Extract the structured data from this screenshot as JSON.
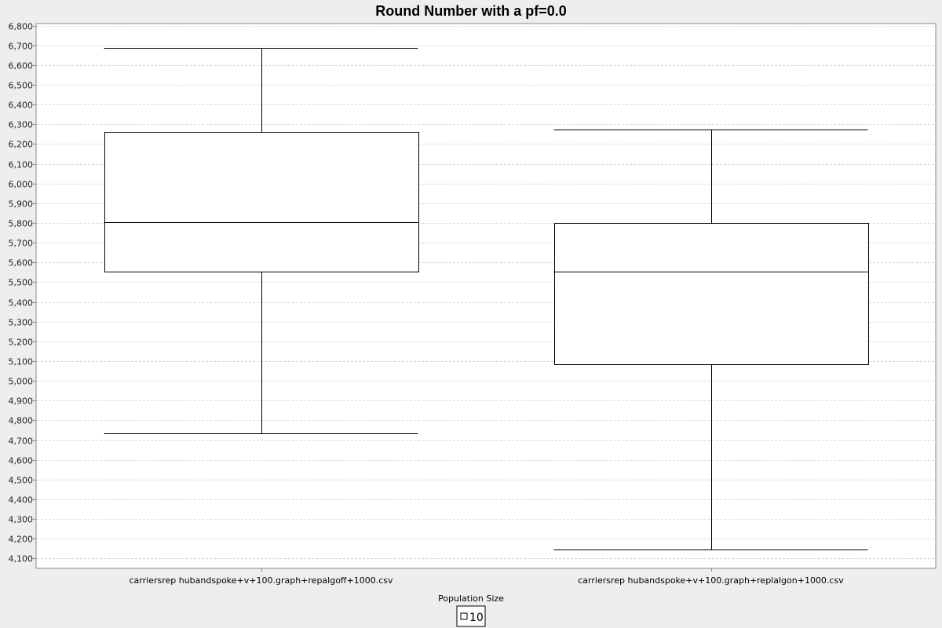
{
  "chart_data": {
    "type": "boxplot",
    "title": "Round Number with a pf=0.0",
    "xlabel": "",
    "ylabel": "",
    "ylim": [
      4050,
      6810
    ],
    "yticks": [
      4100,
      4200,
      4300,
      4400,
      4500,
      4600,
      4700,
      4800,
      4900,
      5000,
      5100,
      5200,
      5300,
      5400,
      5500,
      5600,
      5700,
      5800,
      5900,
      6000,
      6100,
      6200,
      6300,
      6400,
      6500,
      6600,
      6700,
      6800
    ],
    "grid": true,
    "legend": {
      "title": "Population Size",
      "position": "bottom",
      "entries": [
        "10"
      ]
    },
    "categories": [
      "carriersrep hubandspoke+v+100.graph+repalgoff+1000.csv",
      "carriersrep hubandspoke+v+100.graph+replalgon+1000.csv"
    ],
    "series": [
      {
        "name": "10",
        "boxes": [
          {
            "whisker_low": 4735,
            "q1": 5555,
            "median": 5805,
            "q3": 6260,
            "whisker_high": 6685
          },
          {
            "whisker_low": 4145,
            "q1": 5085,
            "median": 5555,
            "q3": 5800,
            "whisker_high": 6275
          }
        ]
      }
    ]
  }
}
